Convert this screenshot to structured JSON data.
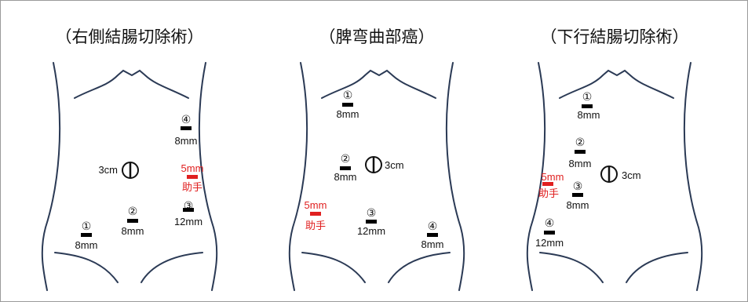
{
  "colors": {
    "outline": "#2b3a55",
    "port": "#000000",
    "assistant": "#e02020",
    "border": "#9a9a9a"
  },
  "panels": [
    {
      "title": "（右側結腸切除術）",
      "camera_label": "3cm",
      "ports": [
        {
          "num": "①",
          "size": "8mm"
        },
        {
          "num": "②",
          "size": "8mm"
        },
        {
          "num": "③",
          "size": "12mm"
        },
        {
          "num": "④",
          "size": "8mm"
        }
      ],
      "assist": {
        "size": "5mm",
        "label": "助手"
      }
    },
    {
      "title": "（脾弯曲部癌）",
      "camera_label": "3cm",
      "ports": [
        {
          "num": "①",
          "size": "8mm"
        },
        {
          "num": "②",
          "size": "8mm"
        },
        {
          "num": "③",
          "size": "12mm"
        },
        {
          "num": "④",
          "size": "8mm"
        }
      ],
      "assist": {
        "size": "5mm",
        "label": "助手"
      }
    },
    {
      "title": "（下行結腸切除術）",
      "camera_label": "3cm",
      "ports": [
        {
          "num": "①",
          "size": "8mm"
        },
        {
          "num": "②",
          "size": "8mm"
        },
        {
          "num": "③",
          "size": "8mm"
        },
        {
          "num": "④",
          "size": "12mm"
        }
      ],
      "assist": {
        "size": "5mm",
        "label": "助手"
      }
    }
  ]
}
